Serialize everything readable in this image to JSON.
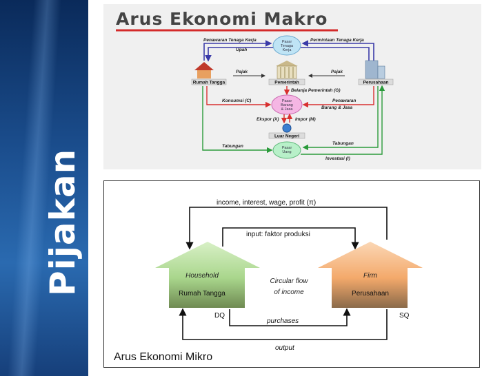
{
  "sidebar": {
    "title": "Pijakan"
  },
  "macro": {
    "title": "Arus Ekonomi Makro",
    "nodes": {
      "rumah_tangga": "Rumah Tangga",
      "pemerintah": "Pemerintah",
      "perusahaan": "Perusahaan",
      "luar_negeri": "Luar Negeri",
      "pasar_tenaga_kerja": "Pasar Tenaga Kerja",
      "pasar_barang_jasa": "Pasar Barang & Jasa",
      "pasar_uang": "Pasar Uang"
    },
    "flows": {
      "penawaran_tenaga_kerja": "Penawaran Tenaga Kerja",
      "permintaan_tenaga_kerja": "Permintaan Tenaga Kerja",
      "upah": "Upah",
      "pajak_left": "Pajak",
      "pajak_right": "Pajak",
      "belanja_pemerintah": "Belanja Pemerintah (G)",
      "konsumsi": "Konsumsi (C)",
      "penawaran_barang": "Penawaran",
      "penawaran_barang_2": "Barang & Jasa",
      "ekspor": "Ekspor (X)",
      "impor": "Impor (M)",
      "tabungan_left": "Tabungan",
      "tabungan_right": "Tabungan",
      "investasi": "Investasi (I)"
    }
  },
  "micro": {
    "caption": "Arus Ekonomi Mikro",
    "household": {
      "title": "Household",
      "subtitle": "Rumah Tangga"
    },
    "firm": {
      "title": "Firm",
      "subtitle": "Perusahaan"
    },
    "center": {
      "line1": "Circular flow",
      "line2": "of income"
    },
    "flows": {
      "income": "income, interest, wage, profit (π)",
      "input": "input: faktor produksi",
      "purchases": "purchases",
      "output": "output",
      "dq": "DQ",
      "sq": "SQ"
    },
    "colors": {
      "household": "#a9d68c",
      "firm": "#f3a96b"
    }
  }
}
